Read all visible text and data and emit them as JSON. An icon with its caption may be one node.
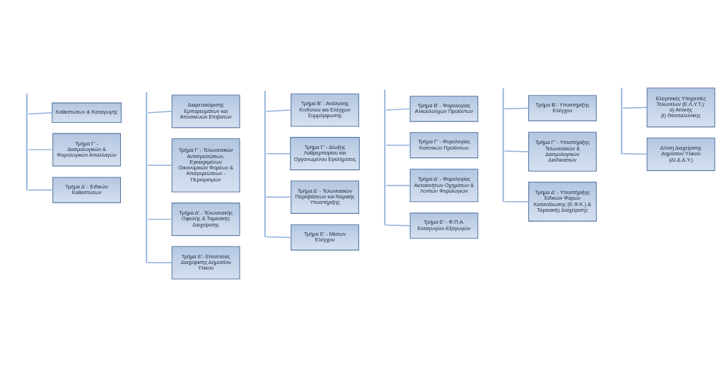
{
  "diagram": {
    "nodes": [
      {
        "text": [],
        "shape": "bar"
      },
      {
        "text": [
          "Καθεστώτων & Καταγωγής"
        ]
      },
      {
        "text": [
          "Τμήμα Γ’ - Δασμολογικών & Φορολογικών Απαλλαγών"
        ]
      },
      {
        "text": [
          "Τμήμα Δ’ - Ειδικών Καθεστώτων"
        ]
      },
      {
        "text": [],
        "shape": "bar"
      },
      {
        "text": [
          "Διαμετακόμισης Εμπορευμάτων και Αποσκευών Επιβατών"
        ]
      },
      {
        "text": [
          "Τμήμα Γ’ - Τελωνειακών Αντιπροσώπων, Εγκεκριμένων Οικονομικών Φορέων & Απαγορεύσεων - Περιορισμών"
        ]
      },
      {
        "text": [
          "Τμήμα Δ’ - Τελωνειακής Οφειλής & Ταμειακής Διαχείρισης"
        ]
      },
      {
        "text": [
          "Τμήμα Ε’- Εποπτείας Διαχείρισης Δημοσίου Υλικού"
        ]
      },
      {
        "text": [],
        "shape": "bar"
      },
      {
        "text": [
          "Τμήμα Β’ - Ανάλυσης Κινδύνου και Ελέγχων Συμμόρφωσης"
        ]
      },
      {
        "text": [
          "Τμήμα Γ’ - Δίωξης Λαθρεμπορίου και Οργανωμένου Εγκλήματος"
        ]
      },
      {
        "text": [
          "Τμήμα Δ’ - Τελωνειακών Παραβάσεων και Νομικής Υποστήριξης"
        ]
      },
      {
        "text": [
          "Τμήμα Ε’ - Μέσων Ελέγχου"
        ]
      },
      {
        "text": [],
        "shape": "bar"
      },
      {
        "text": [
          "Τμήμα Β’ - Φορολογίας Αλκοολούχων Προϊόντων"
        ]
      },
      {
        "text": [
          "Τμήμα Γ’ - Φορολογίας Καπνικών Προϊόντων"
        ]
      },
      {
        "text": [
          "Τμήμα Δ’ - Φορολογίας Αυτοκινήτων Οχημάτων & Λοιπών Φορολογιών"
        ]
      },
      {
        "text": [
          "Τμήμα Ε’ - Φ.Π.Α. Εισαγωγών-Εξαγωγών"
        ]
      },
      {
        "text": [],
        "shape": "bar"
      },
      {
        "text": [
          "Τμήμα Β’- Υποστήριξης Ελέγχου"
        ]
      },
      {
        "text": [
          "Τμήμα Γ’ - Υποστήριξης Τελωνειακών & Δασμολογικών Διαδικασιών"
        ]
      },
      {
        "text": [
          "Τμήμα Δ’ - Υποστήριξης Ειδικών Φόρων Κατανάλωσης (Ε.Φ.Κ.) & Ταμειακής Διαχείρισης"
        ]
      },
      {
        "text": [],
        "shape": "bar"
      },
      {
        "text": [
          "Ελεγκτικές Υπηρεσίες Τελωνείων (Ε.Λ.Υ.Τ.):",
          "α) Αττικής",
          "β) Θεσσαλονίκης"
        ]
      },
      {
        "text": [
          "Δ/νση Διαχείρισης Δημόσιου Υλικού (ΔΙ.Δ.Δ.Υ.)"
        ]
      }
    ],
    "edges": [
      {
        "from": 0,
        "to": 1,
        "arrow": "none"
      },
      {
        "from": 0,
        "to": 2,
        "arrow": "none"
      },
      {
        "from": 0,
        "to": 3,
        "arrow": "none"
      },
      {
        "from": 4,
        "to": 5,
        "arrow": "none"
      },
      {
        "from": 4,
        "to": 6,
        "arrow": "none"
      },
      {
        "from": 4,
        "to": 7,
        "arrow": "none"
      },
      {
        "from": 4,
        "to": 8,
        "arrow": "none"
      },
      {
        "from": 9,
        "to": 10,
        "arrow": "none"
      },
      {
        "from": 9,
        "to": 11,
        "arrow": "none"
      },
      {
        "from": 9,
        "to": 12,
        "arrow": "none"
      },
      {
        "from": 9,
        "to": 13,
        "arrow": "none"
      },
      {
        "from": 14,
        "to": 15,
        "arrow": "none"
      },
      {
        "from": 14,
        "to": 16,
        "arrow": "none"
      },
      {
        "from": 14,
        "to": 17,
        "arrow": "none"
      },
      {
        "from": 14,
        "to": 18,
        "arrow": "none"
      },
      {
        "from": 19,
        "to": 20,
        "arrow": "none"
      },
      {
        "from": 19,
        "to": 21,
        "arrow": "none"
      },
      {
        "from": 19,
        "to": 22,
        "arrow": "none"
      },
      {
        "from": 23,
        "to": 24,
        "arrow": "none"
      },
      {
        "from": 23,
        "to": 25,
        "arrow": "none"
      }
    ]
  }
}
